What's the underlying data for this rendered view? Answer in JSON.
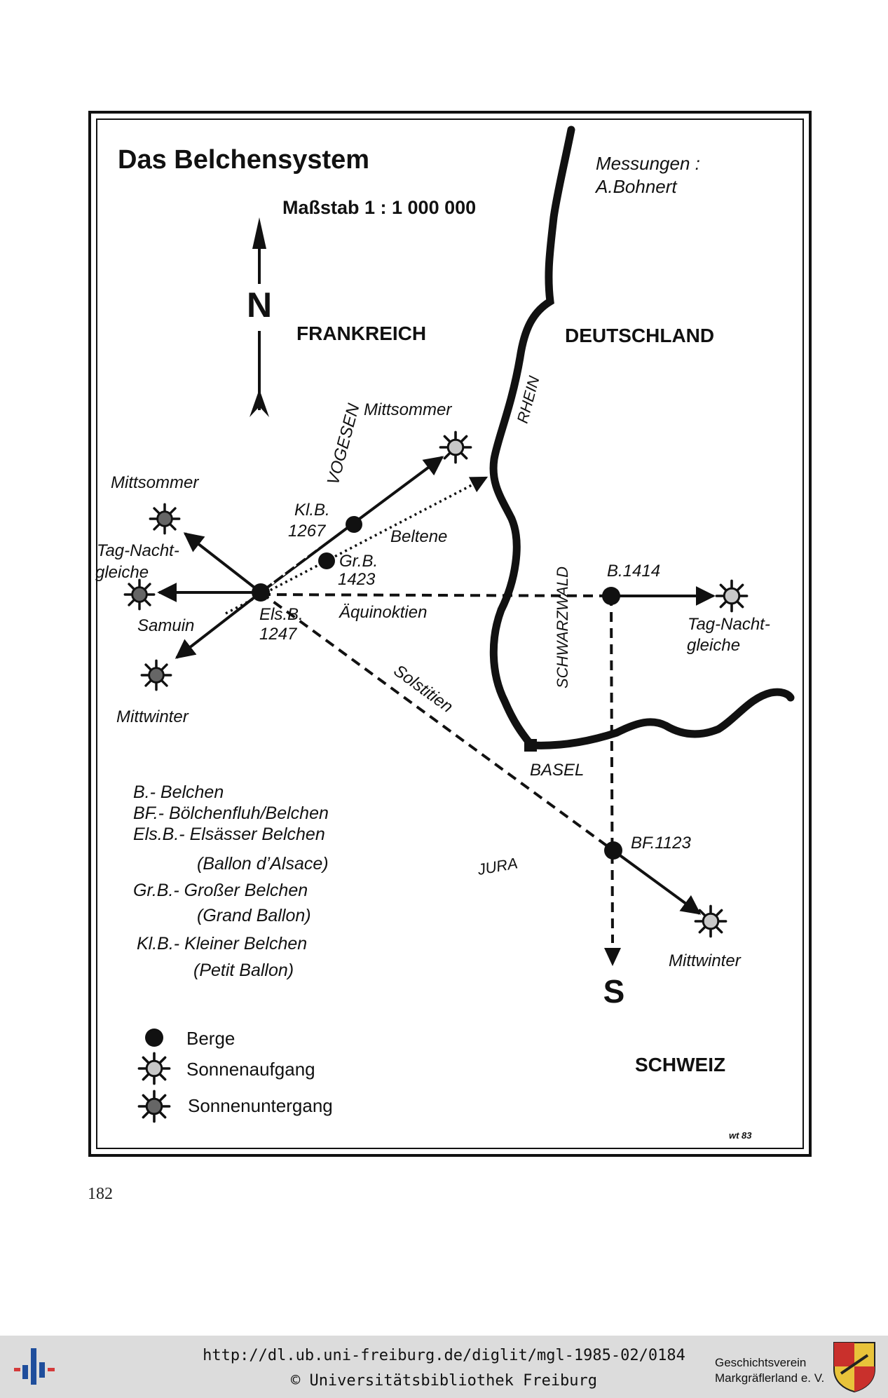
{
  "title": "Das Belchensystem",
  "scale": "Maßstab  1 : 1 000 000",
  "credit": [
    "Messungen :",
    "A.Bohnert"
  ],
  "north": "N",
  "south": "S",
  "countries": {
    "france": "FRANKREICH",
    "germany": "DEUTSCHLAND",
    "switzerland": "SCHWEIZ"
  },
  "regions": {
    "vosges": "VOGESEN",
    "rhine": "RHEIN",
    "blackforest": "SCHWARZWALD",
    "jura": "JURA"
  },
  "city": "BASEL",
  "peaks": {
    "klb": [
      "Kl.B.",
      "1267"
    ],
    "grb": [
      "Gr.B.",
      "1423"
    ],
    "elsb": [
      "Els.B.",
      "1247"
    ],
    "b": "B.1414",
    "bf": "BF.1123"
  },
  "lines": {
    "beltene": "Beltene",
    "aequinoktien": "Äquinoktien",
    "solstitien": "Solstitien"
  },
  "suns": {
    "mittsommer_w": "Mittsommer",
    "tagnacht_w": [
      "Tag-Nacht-",
      "gleiche"
    ],
    "samuin": "Samuin",
    "mittwinter_w": "Mittwinter",
    "mittsommer_e": "Mittsommer",
    "tagnacht_e": [
      "Tag-Nacht-",
      "gleiche"
    ],
    "mittwinter_e": "Mittwinter"
  },
  "abbreviations": [
    "B.- Belchen",
    "BF.- Bölchenfluh/Belchen",
    "Els.B.- Elsässer Belchen",
    "(Ballon d’Alsace)",
    "Gr.B.- Großer Belchen",
    "(Grand Ballon)",
    "Kl.B.- Kleiner Belchen",
    "(Petit Ballon)"
  ],
  "legend": {
    "mountains": "Berge",
    "sunrise": "Sonnenaufgang",
    "sunset": "Sonnenuntergang"
  },
  "signature": "wt 83",
  "page_number": "182",
  "footer": {
    "url": "http://dl.ub.uni-freiburg.de/diglit/mgl-1985-02/0184",
    "copyright": "© Universitätsbibliothek Freiburg",
    "society": [
      "Geschichtsverein",
      "Markgräflerland e. V."
    ]
  },
  "colors": {
    "sunrise_fill": "#c8c8c8",
    "sunset_fill": "#666666",
    "ink": "#111111"
  }
}
